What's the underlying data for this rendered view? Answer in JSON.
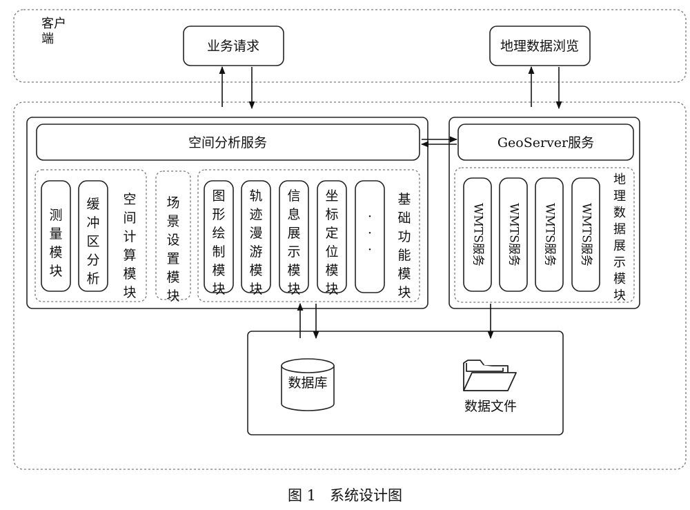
{
  "client": {
    "label": "客户端"
  },
  "buttons": {
    "business_request": "业务请求",
    "geo_browse": "地理数据浏览"
  },
  "spatial_service": {
    "title": "空间分析服务"
  },
  "geoserver": {
    "title": "GeoServer服务"
  },
  "spatial_calc": {
    "label": "空间计算模块",
    "modules": [
      "测量模块",
      "缓冲区分析"
    ]
  },
  "scene_setting": {
    "label": "场景设置模块"
  },
  "basic_functions": {
    "label": "基础功能模块",
    "modules": [
      "图形绘制模块",
      "轨迹漫游模块",
      "信息展示模块",
      "坐标定位模块",
      "···"
    ]
  },
  "geo_display": {
    "label": "地理数据展示模块",
    "services": [
      "WMTS服务",
      "WMTS服务",
      "WMTS服务",
      "WMTS服务"
    ]
  },
  "storage": {
    "database": "数据库",
    "data_files": "数据文件"
  },
  "caption": "图 1   系统设计图"
}
